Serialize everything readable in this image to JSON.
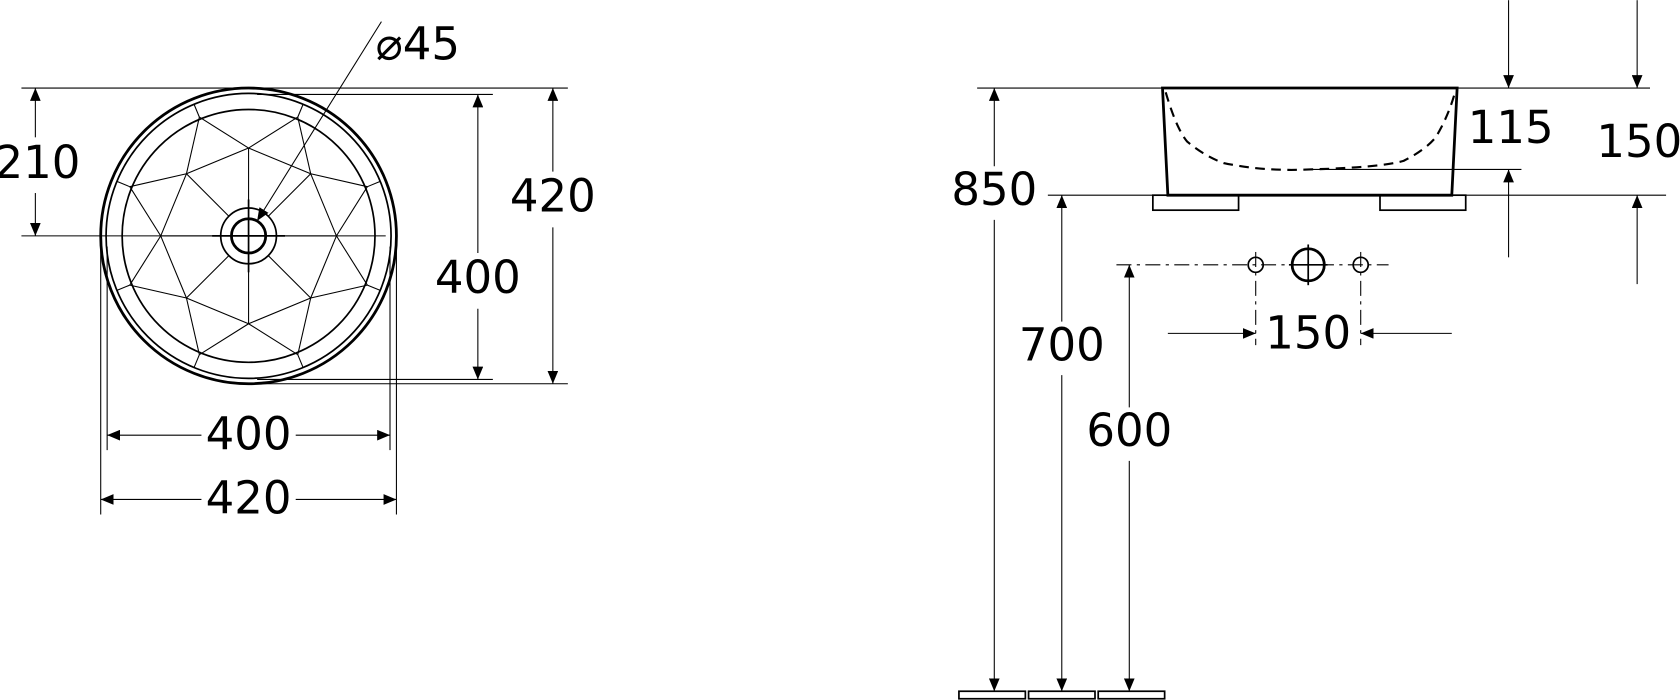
{
  "top_view": {
    "drain_diameter": "⌀45",
    "offset_to_drain": "210",
    "outer_depth": "420",
    "inner_depth": "400",
    "inner_width": "400",
    "outer_width": "420"
  },
  "side_view": {
    "total_height": "850",
    "counter_height": "700",
    "tap_height": "600",
    "tap_spacing": "150",
    "bowl_depth": "115",
    "basin_height": "150"
  }
}
